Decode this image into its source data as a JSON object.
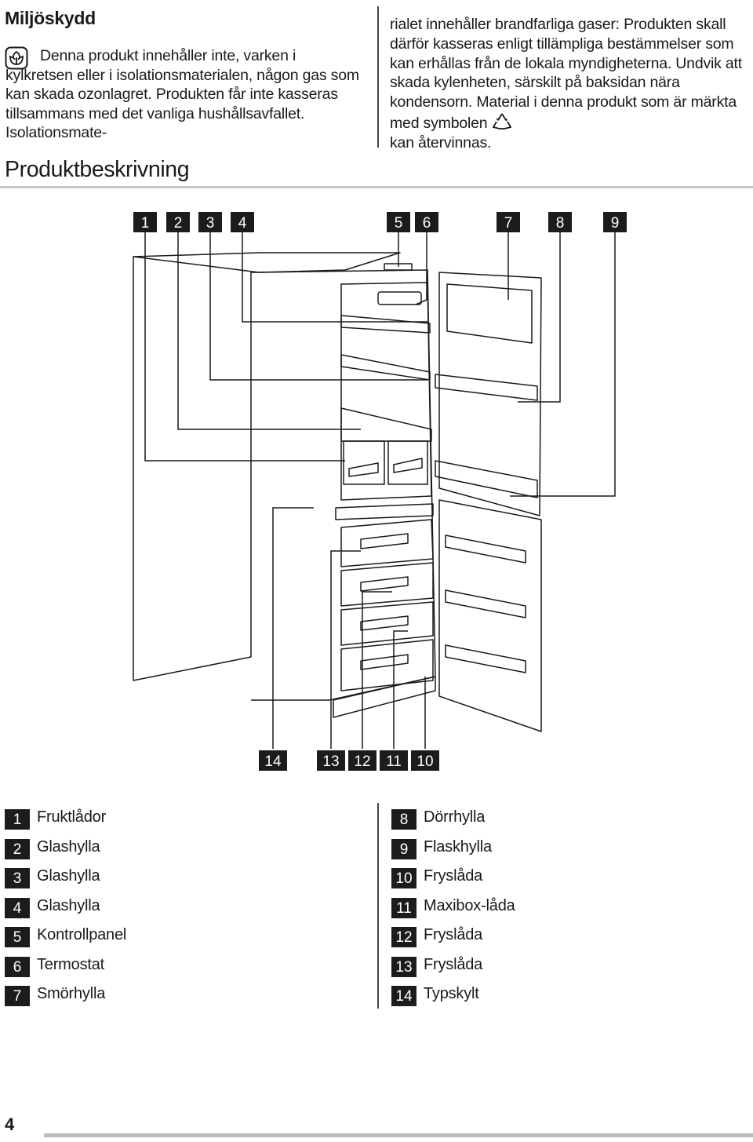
{
  "environment": {
    "title": "Miljöskydd",
    "icon": "flower-recycle-icon",
    "text_left": "Denna produkt innehåller inte, varken i kylkretsen eller i isolationsmaterialen, någon gas som kan skada ozonlagret. Produkten får inte kasseras tillsammans med det vanliga hushållsavfallet. Isolationsmate-",
    "text_right": "rialet innehåller brandfarliga gaser: Produkten skall därför kasseras enligt tillämpliga bestämmelser som kan erhållas från de lokala myndigheterna. Undvik att skada kylenheten, särskilt på baksidan nära kondensorn. Material i denna produkt som är märkta med symbolen",
    "text_right_end": "kan återvinnas.",
    "recycle_icon": "recycle-icon"
  },
  "section_title": "Produktbeskrivning",
  "diagram": {
    "top_labels": [
      "1",
      "2",
      "3",
      "4",
      "5",
      "6",
      "7",
      "8",
      "9"
    ],
    "bottom_labels": [
      "14",
      "13",
      "12",
      "11",
      "10"
    ]
  },
  "legend_left": [
    {
      "num": "1",
      "text": "Fruktlådor"
    },
    {
      "num": "2",
      "text": "Glashylla"
    },
    {
      "num": "3",
      "text": "Glashylla"
    },
    {
      "num": "4",
      "text": "Glashylla"
    },
    {
      "num": "5",
      "text": "Kontrollpanel"
    },
    {
      "num": "6",
      "text": "Termostat"
    },
    {
      "num": "7",
      "text": "Smörhylla"
    }
  ],
  "legend_right": [
    {
      "num": "8",
      "text": "Dörrhylla"
    },
    {
      "num": "9",
      "text": "Flaskhylla"
    },
    {
      "num": "10",
      "text": "Fryslåda"
    },
    {
      "num": "11",
      "text": "Maxibox-låda"
    },
    {
      "num": "12",
      "text": "Fryslåda"
    },
    {
      "num": "13",
      "text": "Fryslåda"
    },
    {
      "num": "14",
      "text": "Typskylt"
    }
  ],
  "page_number": "4"
}
